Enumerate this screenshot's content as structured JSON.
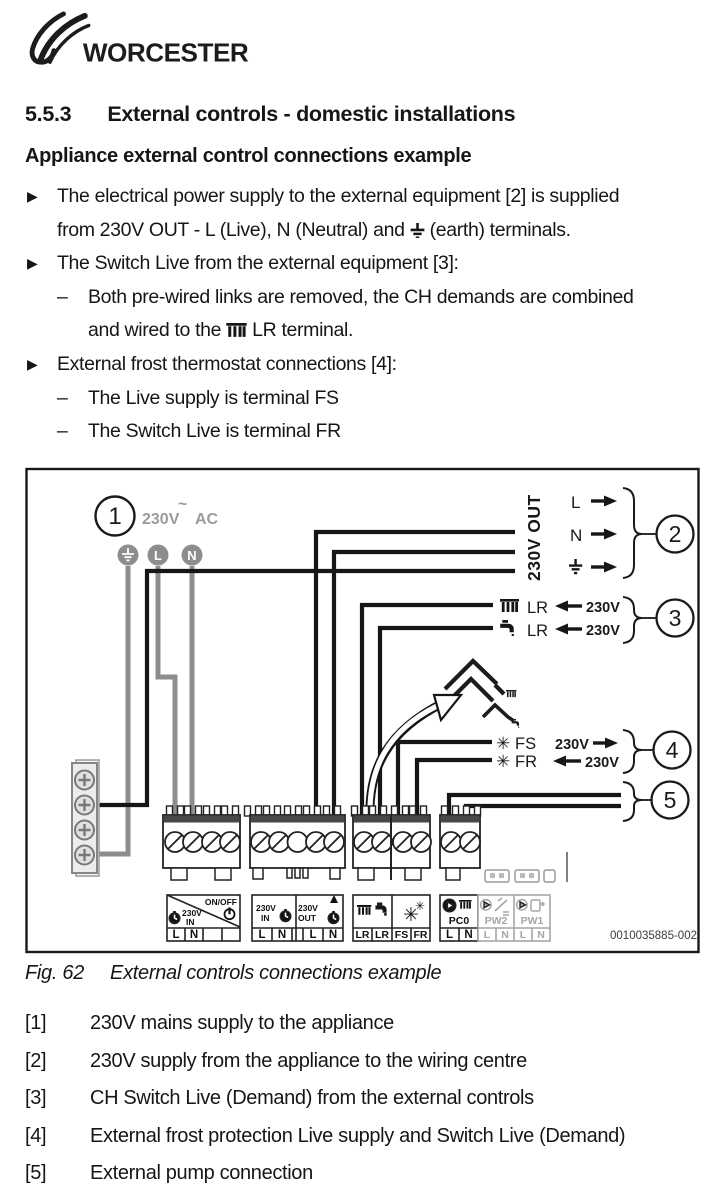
{
  "brand": {
    "name": "WORCESTER"
  },
  "header": {
    "section_no": "5.5.3",
    "section_title": "External controls - domestic installations",
    "subheading": "Appliance external control connections example"
  },
  "bullets": {
    "marker": "▶",
    "dash": "–",
    "b1l1": "The electrical power supply to the external equipment [2] is supplied",
    "b1l2a": "from 230V OUT - L (Live), N (Neutral) and",
    "b1l2b": "(earth) terminals.",
    "b2l1": "The Switch Live from the external equipment [3]:",
    "b2s1": "Both pre-wired links are removed, the CH demands are combined",
    "b2s2a": "and wired to the",
    "b2s2b": "LR terminal.",
    "b3l1": "External frost thermostat connections [4]:",
    "b3s1": "The Live supply is terminal FS",
    "b3s2": "The Switch Live is terminal FR"
  },
  "diagram": {
    "ref1": "1",
    "ref2": "2",
    "ref3": "3",
    "ref4": "4",
    "ref5": "5",
    "supply_v": "230V",
    "supply_tilde": "~",
    "supply_ac": "AC",
    "supply_l": "L",
    "supply_n": "N",
    "out_title": "230V OUT",
    "out_l": "L",
    "out_n": "N",
    "ch_lr": "LR",
    "ch_v": "230V",
    "dhw_lr": "LR",
    "dhw_v": "230V",
    "fs_label": "FS",
    "fs_v": "230V",
    "fr_label": "FR",
    "fr_v": "230V",
    "snowflake": "✳",
    "blockA": {
      "v": "230V",
      "in": "IN",
      "onoff": "ON/OFF",
      "t1": "L",
      "t2": "N"
    },
    "blockB": {
      "in_v": "230V",
      "in": "IN",
      "out_v": "230V",
      "out": "OUT",
      "t1": "L",
      "t2": "N",
      "t3": "L",
      "t4": "N"
    },
    "blockC": {
      "t1": "LR",
      "t2": "LR",
      "t3": "FS",
      "t4": "FR"
    },
    "blockD": {
      "label": "PC0",
      "t1": "L",
      "t2": "N",
      "pw2": "PW2",
      "pw1": "PW1",
      "p1": "L",
      "p2": "N",
      "p3": "L",
      "p4": "N"
    },
    "code": "0010035885-002"
  },
  "caption": {
    "fig": "Fig. 62",
    "text": "External controls connections example"
  },
  "legend": [
    {
      "ref": "[1]",
      "text": "230V mains supply to the appliance"
    },
    {
      "ref": "[2]",
      "text": "230V supply from the appliance to the wiring centre"
    },
    {
      "ref": "[3]",
      "text": "CH Switch Live (Demand) from the external controls"
    },
    {
      "ref": "[4]",
      "text": "External frost protection Live supply and Switch Live (Demand)"
    },
    {
      "ref": "[5]",
      "text": "External pump connection"
    }
  ]
}
